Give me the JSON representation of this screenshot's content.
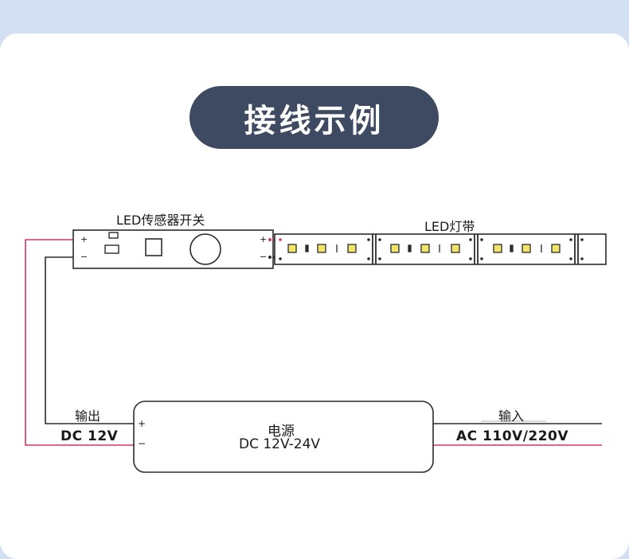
{
  "title": "接线示例",
  "switch": {
    "label": "LED传感器开关",
    "plus": "+",
    "minus": "−"
  },
  "strip": {
    "label": "LED灯带"
  },
  "power": {
    "name": "电源",
    "range": "DC 12V-24V",
    "plus": "+",
    "minus": "−"
  },
  "output": {
    "label": "输出",
    "voltage": "DC 12V"
  },
  "input": {
    "label": "输入",
    "voltage": "AC 110V/220V"
  },
  "colors": {
    "background": "#d3e0f3",
    "title_pill": "#3d4a62",
    "wire_positive": "#d6336c",
    "wire_negative": "#2b2b2b",
    "led": "#f2e36b"
  }
}
